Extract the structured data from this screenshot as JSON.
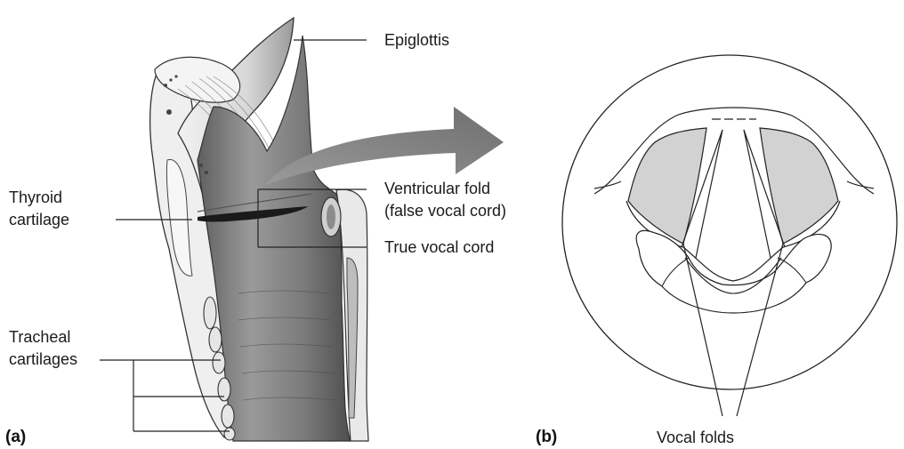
{
  "panel_a": {
    "letter": "(a)",
    "labels": {
      "epiglottis": "Epiglottis",
      "ventricular_fold_line1": "Ventricular fold",
      "ventricular_fold_line2": "(false vocal cord)",
      "true_vocal_cord": "True vocal cord",
      "thyroid_line1": "Thyroid",
      "thyroid_line2": "cartilage",
      "tracheal_line1": "Tracheal",
      "tracheal_line2": "cartilages"
    }
  },
  "panel_b": {
    "letter": "(b)",
    "labels": {
      "vocal_folds": "Vocal folds"
    }
  },
  "colors": {
    "arrow": "#7a7a7a",
    "fold_fill": "#d2d2d2",
    "tissue_dark": "#6e6e6e",
    "tissue_mid": "#a9a9a9",
    "tissue_light": "#e4e4e4",
    "line": "#222222"
  }
}
